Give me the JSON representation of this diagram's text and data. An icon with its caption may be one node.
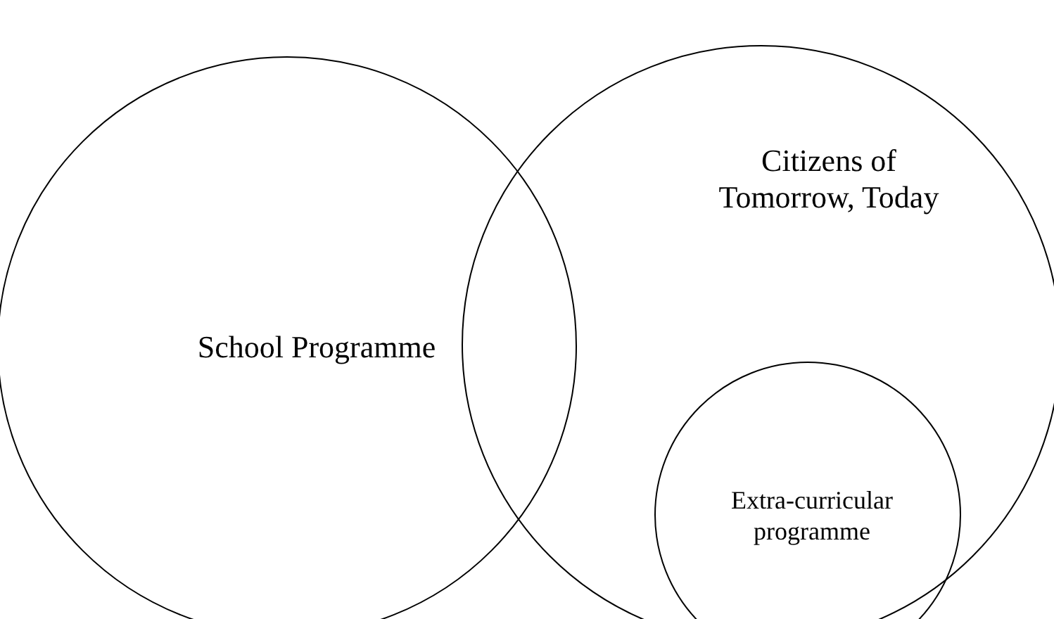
{
  "diagram": {
    "nodes": [
      {
        "text": [
          "School Programme"
        ]
      },
      {
        "text": [
          "Citizens of Tomorrow, Today"
        ]
      },
      {
        "text": [
          "Extra-curricular programme"
        ],
        "in": 1
      }
    ]
  }
}
